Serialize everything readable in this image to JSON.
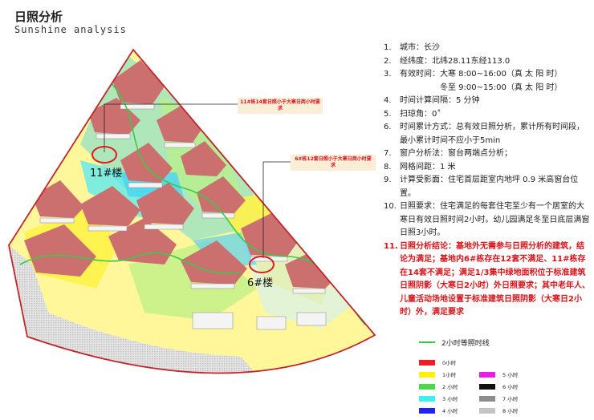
{
  "title": "日照分析",
  "subtitle": "Sunshine analysis",
  "diagram": {
    "callouts": [
      "11#栋14套日照小于大寒日两小时要求",
      "6#栋12套日照小于大寒日两小时要求"
    ],
    "buildings": [
      "11#楼",
      "6#楼"
    ]
  },
  "info": [
    {
      "n": "1.",
      "t": "城市：长沙"
    },
    {
      "n": "2.",
      "t": "经纬度：北纬28.11东经113.0"
    },
    {
      "n": "3.",
      "t": "有效时间：大寒 8:00~16:00（真 太 阳 时）\n　　　　　冬至 9:00~15:00（真 太 阳 时）"
    },
    {
      "n": "4.",
      "t": "时间计算间隔：5 分钟"
    },
    {
      "n": "5.",
      "t": "扫琼角：0˚"
    },
    {
      "n": "6.",
      "t": "时间累计方式：总有效日照分析，累计所有时间段，\n最小累计时间不应小于5min"
    },
    {
      "n": "7.",
      "t": "窗户分析法：窗台两端点分析；"
    },
    {
      "n": "8.",
      "t": "网格间距：1 米"
    },
    {
      "n": "9.",
      "t": "计算受影面：住宅首层距室内地坪 0.9 米高窗台位置。"
    },
    {
      "n": "10.",
      "t": "日照要求：住宅满足的每套住宅至少有一个居室的大寒日有效日照时间2小时。幼儿园满足冬至日底层满窗日照3小时。"
    },
    {
      "n": "11.",
      "t": "日照分析结论：基地外无需参与日照分析的建筑，结论为满足；基地内6#栋存在12套不满足、11#栋存在14套不满足；满足1/3集中绿地面积位于标准建筑日照阴影（大寒日2小时）外日照要求；其中老年人、儿童活动场地设置于标准建筑日照阴影（大寒日2小时）外，满足要求",
      "highlight": true
    }
  ],
  "legend": {
    "line_label": "2小时等照时线",
    "line_color": "#3ac94a",
    "items": [
      {
        "label": "0小时",
        "color": "#ee1d23"
      },
      {
        "label": "1小时",
        "color": "#fff200"
      },
      {
        "label": "2 小时",
        "color": "#4cd64a"
      },
      {
        "label": "3 小时",
        "color": "#3ff0f0"
      },
      {
        "label": "4 小时",
        "color": "#2323ee"
      },
      {
        "label": "5 小时",
        "color": "#e61ee6"
      },
      {
        "label": "6 小时",
        "color": "#111111"
      },
      {
        "label": "7 小时",
        "color": "#8c8c8c"
      },
      {
        "label": "8 小时",
        "color": "#c4c4c4"
      }
    ]
  }
}
